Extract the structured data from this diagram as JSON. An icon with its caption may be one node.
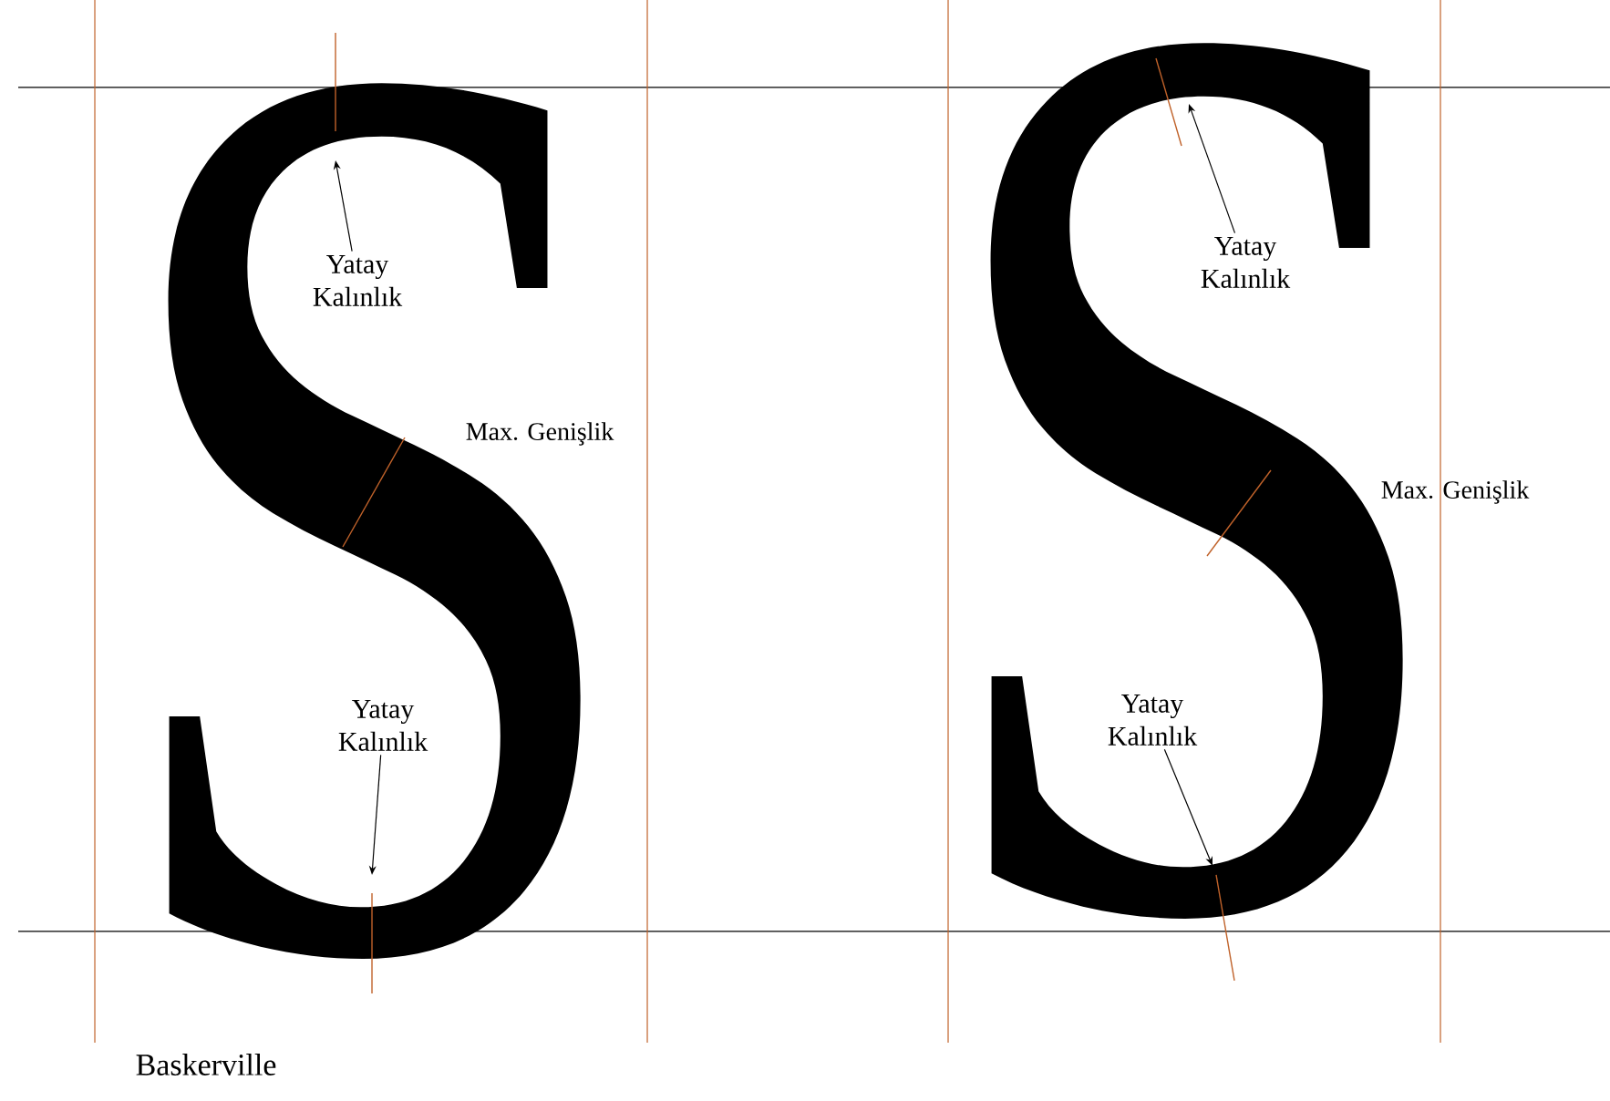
{
  "diagram": {
    "nodes": [
      {
        "text": [
          "S"
        ]
      },
      {
        "text": [
          "Yatay Kalınlık"
        ],
        "in": 0
      },
      {
        "text": [
          "Yatay Kalınlık"
        ],
        "in": 0
      },
      {
        "text": [
          "S"
        ]
      },
      {
        "text": [
          "Yatay Kalınlık"
        ],
        "in": 3
      },
      {
        "text": [
          "Yatay Kalınlık"
        ],
        "in": 3
      }
    ],
    "edges": [
      {
        "from": 1,
        "to": 0,
        "arrow": "to"
      },
      {
        "from": 2,
        "to": 0,
        "arrow": "to"
      },
      {
        "from": 4,
        "to": 3,
        "arrow": "to"
      },
      {
        "from": 5,
        "to": 3,
        "arrow": "to"
      }
    ],
    "labels": [
      "Max. Genişlik",
      "Max. Genişlik",
      "Baskerville"
    ]
  }
}
